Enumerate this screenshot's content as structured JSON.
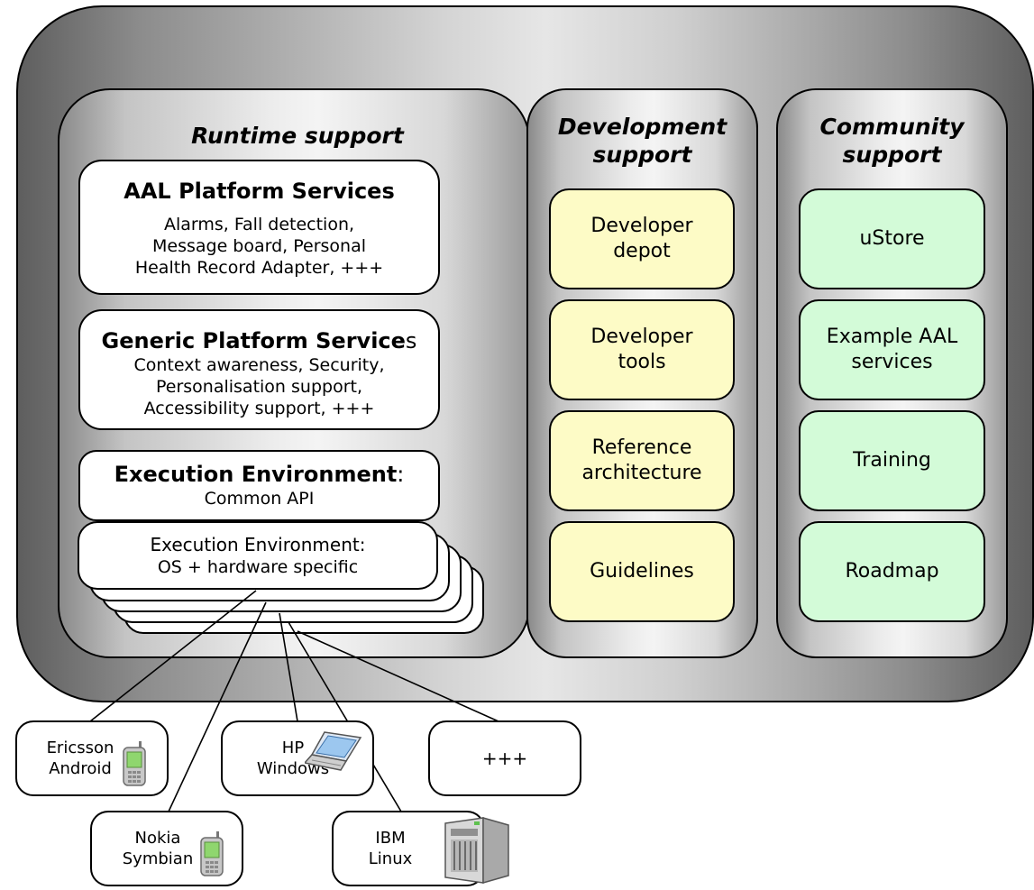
{
  "runtime": {
    "title": "Runtime support",
    "platform_services": {
      "heading": "AAL Platform Services",
      "body": [
        "Alarms, Fall detection,",
        "Message board, Personal",
        "Health Record Adapter, +++"
      ]
    },
    "generic_services": {
      "heading_bold": "Generic Platform Service",
      "heading_tail": "s",
      "body": [
        "Context awareness, Security,",
        "Personalisation support,",
        "Accessibility support, +++"
      ]
    },
    "exec_common": {
      "heading": "Execution Environment",
      "colon": ":",
      "body": "Common API"
    },
    "exec_specific": {
      "line1": "Execution Environment:",
      "line2": "OS + hardware specific"
    }
  },
  "development": {
    "title_line1": "Development",
    "title_line2": "support",
    "tiles": [
      [
        "Developer",
        "depot"
      ],
      [
        "Developer",
        "tools"
      ],
      [
        "Reference",
        "architecture"
      ],
      [
        "Guidelines"
      ]
    ]
  },
  "community": {
    "title_line1": "Community",
    "title_line2": "support",
    "tiles": [
      [
        "uStore"
      ],
      [
        "Example AAL",
        "services"
      ],
      [
        "Training"
      ],
      [
        "Roadmap"
      ]
    ]
  },
  "devices": {
    "ericsson": {
      "line1": "Ericsson",
      "line2": "Android",
      "icon": "mobile-phone-icon"
    },
    "hp": {
      "line1": "HP",
      "line2": "Windows",
      "icon": "laptop-icon"
    },
    "more": {
      "line1": "+++"
    },
    "nokia": {
      "line1": "Nokia",
      "line2": "Symbian",
      "icon": "mobile-phone-icon"
    },
    "ibm": {
      "line1": "IBM",
      "line2": "Linux",
      "icon": "server-icon"
    }
  },
  "colors": {
    "dev_tile": "#fdfbc6",
    "community_tile": "#d3fbd8"
  }
}
